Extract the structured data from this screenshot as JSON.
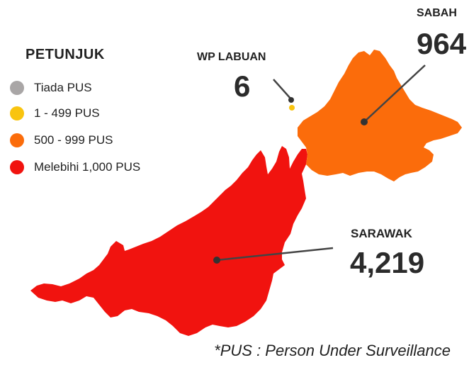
{
  "legend": {
    "title": "PETUNJUK",
    "items": [
      {
        "label": "Tiada PUS",
        "color": "#a9a6a6"
      },
      {
        "label": "1 - 499 PUS",
        "color": "#f9c40f"
      },
      {
        "label": "500 - 999 PUS",
        "color": "#fb6c0b"
      },
      {
        "label": "Melebihi 1,000 PUS",
        "color": "#f1130f"
      }
    ]
  },
  "regions": {
    "sabah": {
      "name": "SABAH",
      "count": "964",
      "color": "#fb6c0b"
    },
    "labuan": {
      "name": "WP LABUAN",
      "count": "6",
      "color": "#f9c40f"
    },
    "sarawak": {
      "name": "SARAWAK",
      "count": "4,219",
      "color": "#f1130f"
    }
  },
  "footnote": "*PUS : Person Under Surveillance"
}
